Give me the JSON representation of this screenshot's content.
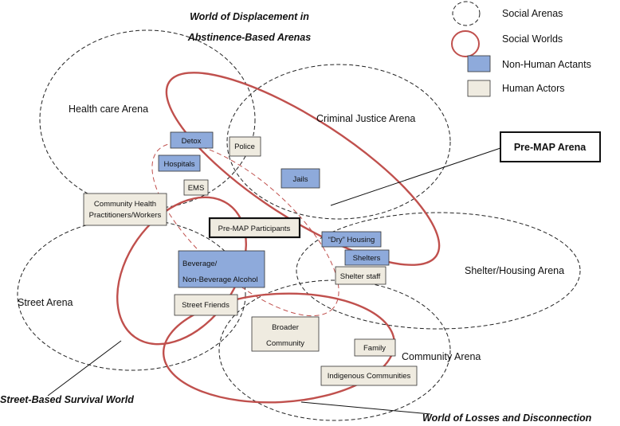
{
  "colors": {
    "social_world": "#c0504d",
    "arena_stroke": "#222222",
    "actant_fill": "#8eaadb",
    "actor_fill": "#efebe0",
    "box_stroke": "#333333"
  },
  "legend": {
    "social_arenas": "Social Arenas",
    "social_worlds": "Social Worlds",
    "non_human_actants": "Non-Human Actants",
    "human_actors": "Human Actors"
  },
  "arenas": {
    "health_care": "Health care Arena",
    "criminal_justice": "Criminal Justice Arena",
    "shelter_housing": "Shelter/Housing Arena",
    "street": "Street Arena",
    "community": "Community Arena",
    "pre_map": "Pre-MAP Arena"
  },
  "worlds": {
    "displacement_line1": "World of Displacement in",
    "displacement_line2": "Abstinence-Based Arenas",
    "street_survival": "Street-Based Survival World",
    "losses": "World of Losses and Disconnection"
  },
  "actants": {
    "detox": "Detox",
    "hospitals": "Hospitals",
    "jails": "Jails",
    "dry_housing": "“Dry” Housing",
    "shelters": "Shelters",
    "beverage_line1": "Beverage/",
    "beverage_line2": "Non-Beverage Alcohol"
  },
  "actors": {
    "police": "Police",
    "ems": "EMS",
    "chw_line1": "Community Health",
    "chw_line2": "Practitioners/Workers",
    "participants": "Pre-MAP Participants",
    "shelter_staff": "Shelter staff",
    "street_friends": "Street Friends",
    "broader_line1": "Broader",
    "broader_line2": "Community",
    "family": "Family",
    "indigenous": "Indigenous Communities"
  }
}
